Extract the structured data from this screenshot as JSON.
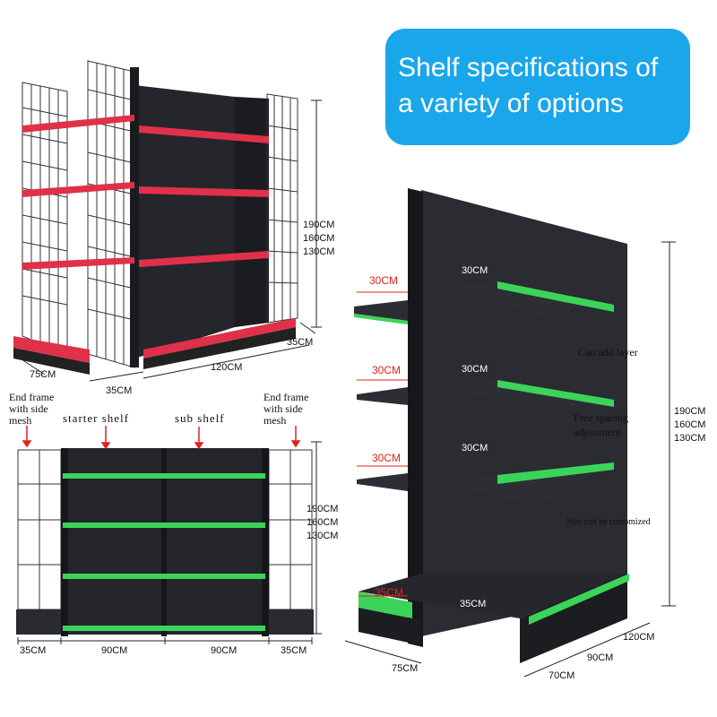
{
  "banner": {
    "line1": "Shelf specifications of",
    "line2": "a variety of options"
  },
  "colors": {
    "banner_bg": "#1aa6ea",
    "shelf_dark": "#1f2126",
    "edge_red": "#e0304a",
    "edge_green": "#3bd45a",
    "annotation_red": "#e3211c"
  },
  "top_left": {
    "heights": [
      "190CM",
      "160CM",
      "130CM"
    ],
    "side_depth": "35CM",
    "front_depth": "75CM",
    "base_depth": "35CM",
    "length": "120CM"
  },
  "bottom_left": {
    "left_label": [
      "End frame",
      "with side",
      "mesh"
    ],
    "right_label": [
      "End frame",
      "with side",
      "mesh"
    ],
    "starter_label": "starter shelf",
    "sub_label": "sub shelf",
    "heights": [
      "190CM",
      "160CM",
      "130CM"
    ],
    "widths": [
      "35CM",
      "90CM",
      "90CM",
      "35CM"
    ]
  },
  "right": {
    "shelf_depths": [
      "30CM",
      "30CM",
      "30CM"
    ],
    "shelf_labels": [
      "30CM",
      "30CM",
      "30CM"
    ],
    "base_red": "35CM",
    "base_label": "35CM",
    "notes": [
      "Can add layer",
      "Free spacing",
      "adjustment",
      "Size can be customized"
    ],
    "heights": [
      "190CM",
      "160CM",
      "130CM"
    ],
    "depth": "75CM",
    "widths": [
      "70CM",
      "90CM",
      "120CM"
    ]
  }
}
